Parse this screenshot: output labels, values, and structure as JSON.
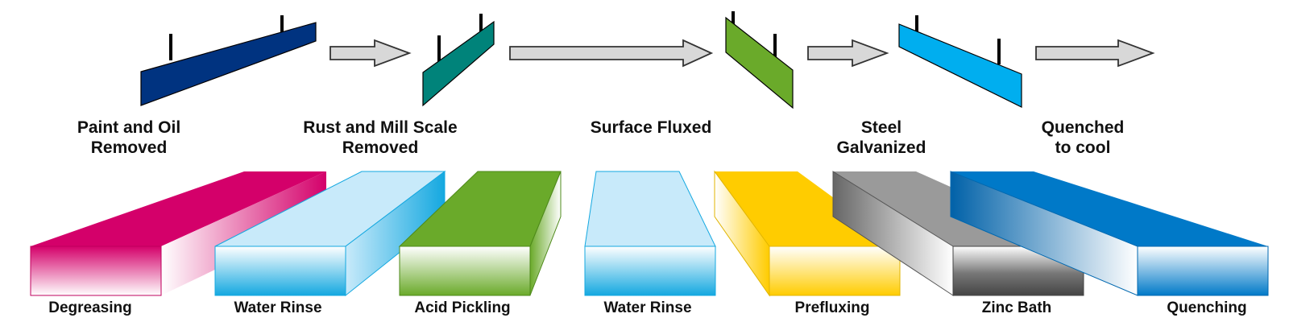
{
  "stage_labels": [
    {
      "text": "Paint and Oil\nRemoved"
    },
    {
      "text": "Rust and Mill Scale\nRemoved"
    },
    {
      "text": "Surface Fluxed"
    },
    {
      "text": "Steel\nGalvanized"
    },
    {
      "text": "Quenched\nto cool"
    }
  ],
  "tanks": [
    {
      "label": "Degreasing",
      "color": "#D4006A",
      "light": "#F6C9DE"
    },
    {
      "label": "Water Rinse",
      "color": "#14A8E0",
      "light": "#C8EAFA"
    },
    {
      "label": "Acid Pickling",
      "color": "#6AAA2A",
      "light": "#D9EDC3"
    },
    {
      "label": "Water Rinse",
      "color": "#14A8E0",
      "light": "#C8EAFA"
    },
    {
      "label": "Prefluxing",
      "color": "#FFCC00",
      "light": "#FFF3B5"
    },
    {
      "label": "Zinc Bath",
      "color": "#4A4A4A",
      "light": "#C8C8C8"
    },
    {
      "label": "Quenching",
      "color": "#0079C8",
      "light": "#BDDDF2"
    }
  ],
  "steel_colors": [
    "#003380",
    "#00837A",
    "#6AAA2A",
    "#00AEEF"
  ]
}
